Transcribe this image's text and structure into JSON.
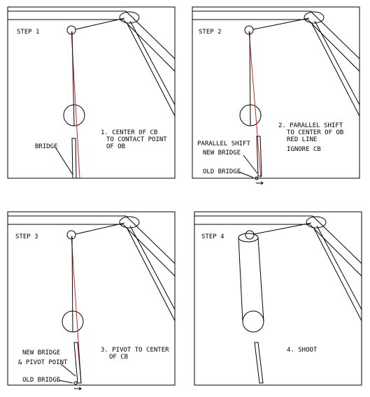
{
  "panels": [
    {
      "step": "STEP 1",
      "instruction": [
        "1. CENTER OF CB",
        "TO CONTACT POINT",
        "OF OB"
      ],
      "labels": [
        "BRIDGE"
      ]
    },
    {
      "step": "STEP 2",
      "instruction": [
        "2. PARALLEL SHIFT",
        "TO CENTER OF OB",
        "RED LINE"
      ],
      "note": "IGNORE CB",
      "labels": [
        "PARALLEL SHIFT",
        "NEW BRIDGE",
        "OLD BRIDGE"
      ]
    },
    {
      "step": "STEP 3",
      "instruction": [
        "3. PIVOT TO CENTER",
        "OF CB"
      ],
      "labels": [
        "NEW BRIDGE",
        "& PIVOT POINT",
        "OLD BRIDGE"
      ]
    },
    {
      "step": "STEP 4",
      "instruction": [
        "4. SHOOT"
      ],
      "labels": []
    }
  ]
}
